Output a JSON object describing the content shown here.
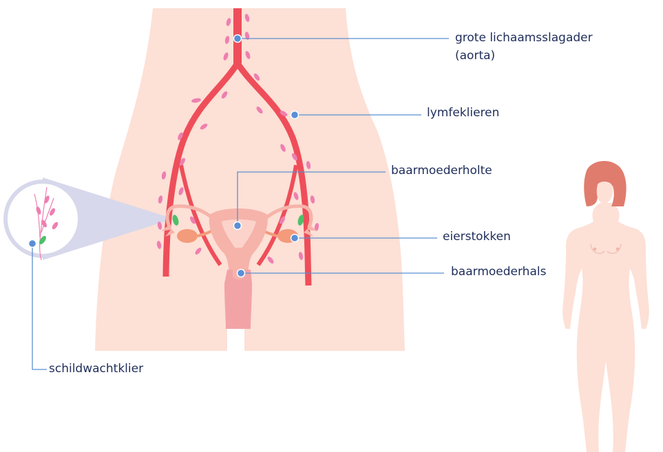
{
  "colors": {
    "skin": "#fde0d6",
    "artery": "#ee4e5a",
    "lymph_node": "#ee7fb0",
    "sentinel_node": "#4fbf6b",
    "leader_line": "#5b8fd0",
    "marker_dot": "#5a8fd6",
    "uterus": "#f6b3aa",
    "ovary": "#f39b7a",
    "hair": "#e07c6d",
    "zoom_beam": "#d7d8eb",
    "label_text": "#1f2d5a"
  },
  "icons": [
    "lymph-node-icon",
    "magnifier-circle-icon",
    "female-figure-icon"
  ],
  "labels": {
    "aorta_line1": "grote lichaamsslagader",
    "aorta_line2": "(aorta)",
    "lymph_nodes": "lymfeklieren",
    "uterine_cavity": "baarmoederholte",
    "ovaries": "eierstokken",
    "cervix": "baarmoederhals",
    "sentinel_node": "schildwachtklier"
  }
}
